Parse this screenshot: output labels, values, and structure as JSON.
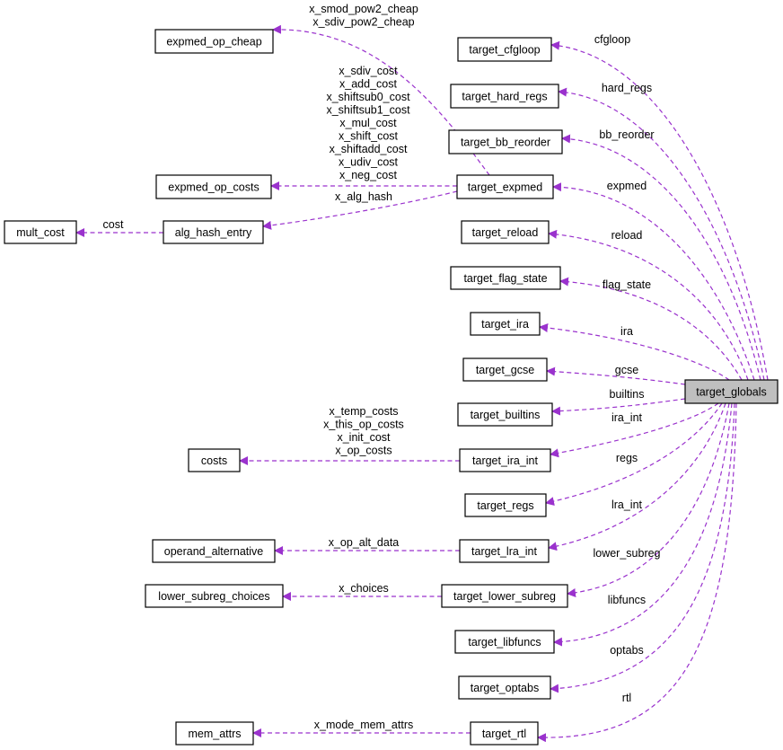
{
  "diagram": {
    "edge_color": "#9a32cd",
    "focus_node_fill": "#bfbfbf",
    "nodes": [
      {
        "id": "n0",
        "label": "target_globals",
        "focus": true
      },
      {
        "id": "n1",
        "label": "target_cfgloop"
      },
      {
        "id": "n2",
        "label": "target_hard_regs"
      },
      {
        "id": "n3",
        "label": "target_bb_reorder"
      },
      {
        "id": "n4",
        "label": "target_expmed"
      },
      {
        "id": "n5",
        "label": "expmed_op_cheap"
      },
      {
        "id": "n6",
        "label": "expmed_op_costs"
      },
      {
        "id": "n7",
        "label": "alg_hash_entry"
      },
      {
        "id": "n8",
        "label": "mult_cost"
      },
      {
        "id": "n9",
        "label": "target_reload"
      },
      {
        "id": "n10",
        "label": "target_flag_state"
      },
      {
        "id": "n11",
        "label": "target_ira"
      },
      {
        "id": "n12",
        "label": "target_gcse"
      },
      {
        "id": "n13",
        "label": "target_builtins"
      },
      {
        "id": "n14",
        "label": "target_ira_int"
      },
      {
        "id": "n15",
        "label": "costs"
      },
      {
        "id": "n16",
        "label": "target_regs"
      },
      {
        "id": "n17",
        "label": "target_lra_int"
      },
      {
        "id": "n18",
        "label": "operand_alternative"
      },
      {
        "id": "n19",
        "label": "target_lower_subreg"
      },
      {
        "id": "n20",
        "label": "lower_subreg_choices"
      },
      {
        "id": "n21",
        "label": "target_libfuncs"
      },
      {
        "id": "n22",
        "label": "target_optabs"
      },
      {
        "id": "n23",
        "label": "target_rtl"
      },
      {
        "id": "n24",
        "label": "mem_attrs"
      }
    ],
    "edges": [
      {
        "id": "e1",
        "from": "n0",
        "to": "n1",
        "labels": [
          "cfgloop"
        ]
      },
      {
        "id": "e2",
        "from": "n0",
        "to": "n2",
        "labels": [
          "hard_regs"
        ]
      },
      {
        "id": "e3",
        "from": "n0",
        "to": "n3",
        "labels": [
          "bb_reorder"
        ]
      },
      {
        "id": "e4",
        "from": "n0",
        "to": "n4",
        "labels": [
          "expmed"
        ]
      },
      {
        "id": "e5",
        "from": "n4",
        "to": "n5",
        "labels": [
          "x_smod_pow2_cheap",
          "x_sdiv_pow2_cheap"
        ]
      },
      {
        "id": "e6",
        "from": "n4",
        "to": "n6",
        "labels": [
          "x_sdiv_cost",
          "x_add_cost",
          "x_shiftsub0_cost",
          "x_shiftsub1_cost",
          "x_mul_cost",
          "x_shift_cost",
          "x_shiftadd_cost",
          "x_udiv_cost",
          "x_neg_cost"
        ]
      },
      {
        "id": "e7",
        "from": "n4",
        "to": "n7",
        "labels": [
          "x_alg_hash"
        ]
      },
      {
        "id": "e8",
        "from": "n7",
        "to": "n8",
        "labels": [
          "cost"
        ]
      },
      {
        "id": "e9",
        "from": "n0",
        "to": "n9",
        "labels": [
          "reload"
        ]
      },
      {
        "id": "e10",
        "from": "n0",
        "to": "n10",
        "labels": [
          "flag_state"
        ]
      },
      {
        "id": "e11",
        "from": "n0",
        "to": "n11",
        "labels": [
          "ira"
        ]
      },
      {
        "id": "e12",
        "from": "n0",
        "to": "n12",
        "labels": [
          "gcse"
        ]
      },
      {
        "id": "e13",
        "from": "n0",
        "to": "n13",
        "labels": [
          "builtins"
        ]
      },
      {
        "id": "e14",
        "from": "n0",
        "to": "n14",
        "labels": [
          "ira_int"
        ]
      },
      {
        "id": "e15",
        "from": "n14",
        "to": "n15",
        "labels": [
          "x_temp_costs",
          "x_this_op_costs",
          "x_init_cost",
          "x_op_costs"
        ]
      },
      {
        "id": "e16",
        "from": "n0",
        "to": "n16",
        "labels": [
          "regs"
        ]
      },
      {
        "id": "e17",
        "from": "n0",
        "to": "n17",
        "labels": [
          "lra_int"
        ]
      },
      {
        "id": "e18",
        "from": "n17",
        "to": "n18",
        "labels": [
          "x_op_alt_data"
        ]
      },
      {
        "id": "e19",
        "from": "n0",
        "to": "n19",
        "labels": [
          "lower_subreg"
        ]
      },
      {
        "id": "e20",
        "from": "n19",
        "to": "n20",
        "labels": [
          "x_choices"
        ]
      },
      {
        "id": "e21",
        "from": "n0",
        "to": "n21",
        "labels": [
          "libfuncs"
        ]
      },
      {
        "id": "e22",
        "from": "n0",
        "to": "n22",
        "labels": [
          "optabs"
        ]
      },
      {
        "id": "e23",
        "from": "n0",
        "to": "n23",
        "labels": [
          "rtl"
        ]
      },
      {
        "id": "e24",
        "from": "n23",
        "to": "n24",
        "labels": [
          "x_mode_mem_attrs"
        ]
      }
    ]
  }
}
